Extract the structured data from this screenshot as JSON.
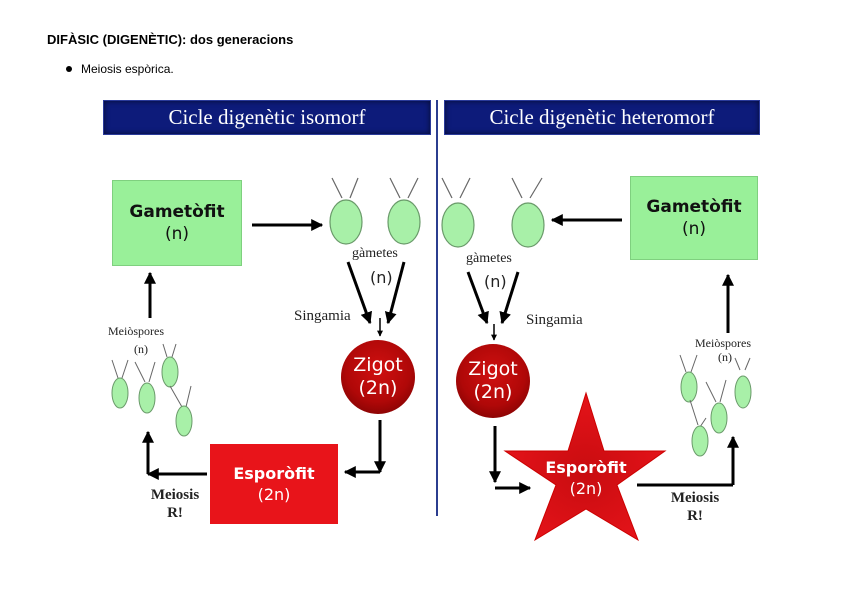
{
  "heading": "DIFÀSIC (DIGENÈTIC): dos generacions",
  "bullet": "Meiosis espòrica.",
  "colors": {
    "band": "#0d1b7a",
    "divider": "#2b3d8f",
    "green_box": "#99f099",
    "red_box": "#e8141a",
    "cell_fill": "#a8f0a8",
    "zigot": "#b00808"
  },
  "left": {
    "title": "Cicle digenètic isomorf",
    "gametofit": {
      "name": "Gametòfit",
      "ploidy": "(n)"
    },
    "gametes_label": "gàmetes",
    "gametes_ploidy": "(n)",
    "singamia": "Singamia",
    "zigot": {
      "name": "Zigot",
      "ploidy": "(2n)"
    },
    "esporofit": {
      "name": "Esporòfit",
      "ploidy": "(2n)"
    },
    "meiosis": {
      "line1": "Meiosis",
      "line2": "R!"
    },
    "meiospores": {
      "label": "Meiòspores",
      "ploidy": "(n)"
    }
  },
  "right": {
    "title": "Cicle digenètic heteromorf",
    "gametofit": {
      "name": "Gametòfit",
      "ploidy": "(n)"
    },
    "gametes_label": "gàmetes",
    "gametes_ploidy": "(n)",
    "singamia": "Singamia",
    "zigot": {
      "name": "Zigot",
      "ploidy": "(2n)"
    },
    "esporofit": {
      "name": "Esporòfit",
      "ploidy": "(2n)"
    },
    "meiosis": {
      "line1": "Meiosis",
      "line2": "R!"
    },
    "meiospores": {
      "label": "Meiòspores",
      "ploidy": "(n)"
    }
  }
}
